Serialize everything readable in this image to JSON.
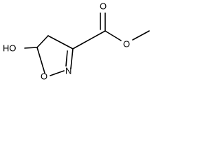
{
  "molecule": {
    "atoms": {
      "hydroxyl": "HO",
      "carbonyl_oxygen": "O",
      "ester_oxygen": "O",
      "ring_nitrogen": "N",
      "ring_oxygen": "O"
    },
    "colors": {
      "ink": "#000000",
      "background": "#ffffff"
    }
  }
}
